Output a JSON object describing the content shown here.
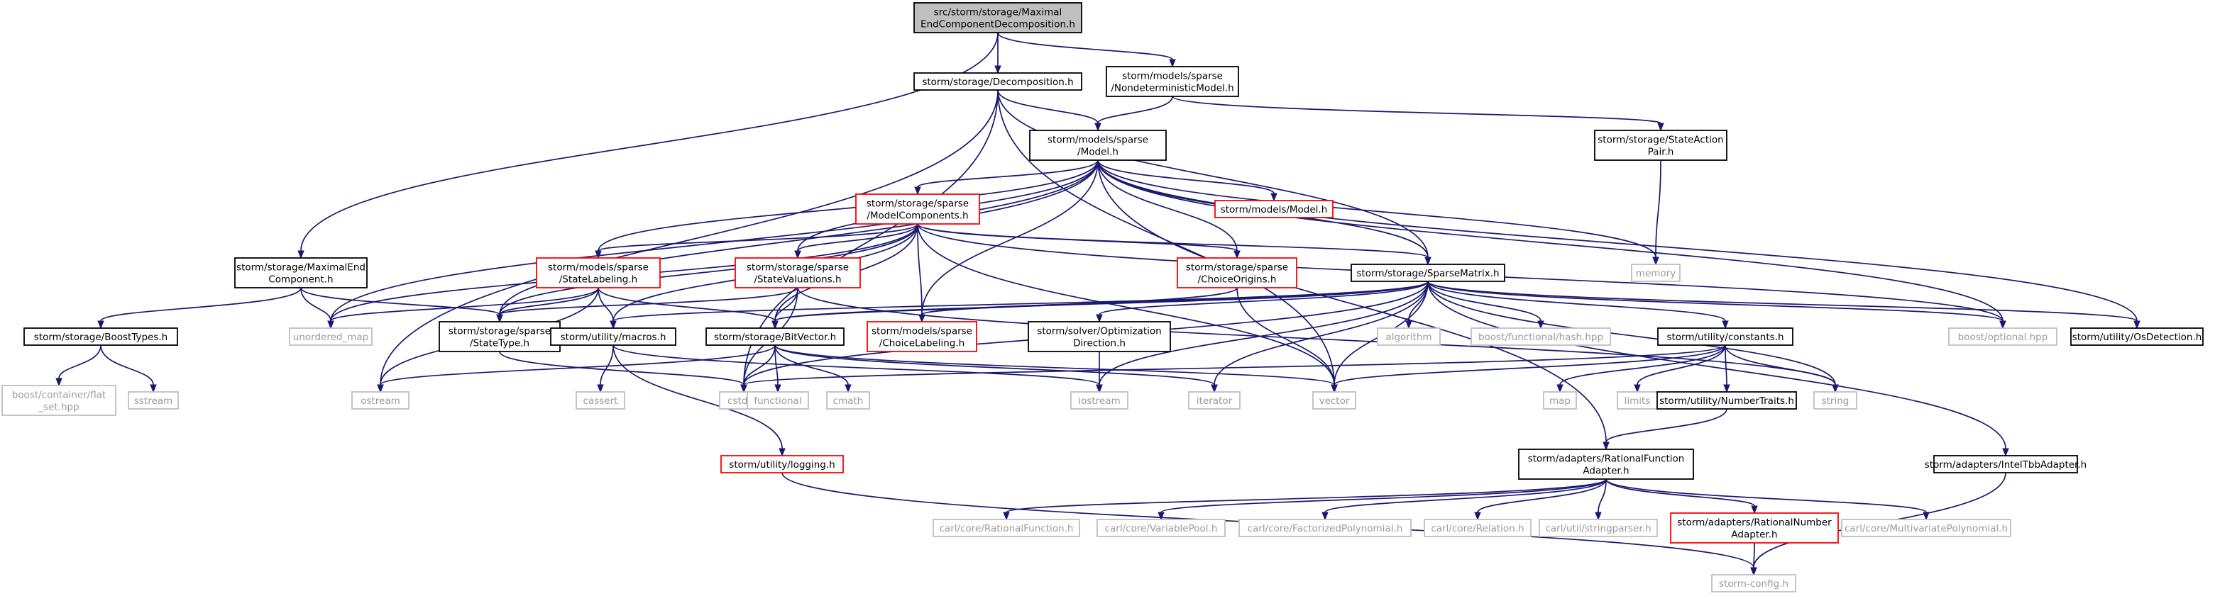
{
  "graph": {
    "nodes": [
      {
        "id": "root",
        "kind": "root",
        "lines": [
          "src/storm/storage/Maximal",
          "EndComponentDecomposition.h"
        ]
      },
      {
        "id": "decomp",
        "kind": "int",
        "lines": [
          "storm/storage/Decomposition.h"
        ]
      },
      {
        "id": "ndmodel",
        "kind": "int",
        "lines": [
          "storm/models/sparse",
          "/NondeterministicModel.h"
        ]
      },
      {
        "id": "model",
        "kind": "int",
        "lines": [
          "storm/models/sparse",
          "/Model.h"
        ]
      },
      {
        "id": "sap",
        "kind": "int",
        "lines": [
          "storm/storage/StateAction",
          "Pair.h"
        ]
      },
      {
        "id": "mec",
        "kind": "int",
        "lines": [
          "storm/storage/MaximalEnd",
          "Component.h"
        ]
      },
      {
        "id": "modelcomp",
        "kind": "trunc",
        "lines": [
          "storm/storage/sparse",
          "/ModelComponents.h"
        ]
      },
      {
        "id": "modelh",
        "kind": "trunc",
        "lines": [
          "storm/models/Model.h"
        ]
      },
      {
        "id": "memory",
        "kind": "ext",
        "lines": [
          "memory"
        ]
      },
      {
        "id": "statelab",
        "kind": "trunc",
        "lines": [
          "storm/models/sparse",
          "/StateLabeling.h"
        ]
      },
      {
        "id": "stateval",
        "kind": "trunc",
        "lines": [
          "storm/storage/sparse",
          "/StateValuations.h"
        ]
      },
      {
        "id": "choiceorig",
        "kind": "trunc",
        "lines": [
          "storm/storage/sparse",
          "/ChoiceOrigins.h"
        ]
      },
      {
        "id": "sparsematrix",
        "kind": "int",
        "lines": [
          "storm/storage/SparseMatrix.h"
        ]
      },
      {
        "id": "boosttypes",
        "kind": "int",
        "lines": [
          "storm/storage/BoostTypes.h"
        ]
      },
      {
        "id": "unordered_map",
        "kind": "ext",
        "lines": [
          "unordered_map"
        ]
      },
      {
        "id": "statetype",
        "kind": "int",
        "lines": [
          "storm/storage/sparse",
          "/StateType.h"
        ]
      },
      {
        "id": "macros",
        "kind": "int",
        "lines": [
          "storm/utility/macros.h"
        ]
      },
      {
        "id": "bitvector",
        "kind": "int",
        "lines": [
          "storm/storage/BitVector.h"
        ]
      },
      {
        "id": "choicelab",
        "kind": "trunc",
        "lines": [
          "storm/models/sparse",
          "/ChoiceLabeling.h"
        ]
      },
      {
        "id": "optdir",
        "kind": "int",
        "lines": [
          "storm/solver/Optimization",
          "Direction.h"
        ]
      },
      {
        "id": "algorithm",
        "kind": "ext",
        "lines": [
          "algorithm"
        ]
      },
      {
        "id": "hashhpp",
        "kind": "ext",
        "lines": [
          "boost/functional/hash.hpp"
        ]
      },
      {
        "id": "constants",
        "kind": "int",
        "lines": [
          "storm/utility/constants.h"
        ]
      },
      {
        "id": "optional",
        "kind": "ext",
        "lines": [
          "boost/optional.hpp"
        ]
      },
      {
        "id": "osdetect",
        "kind": "int",
        "lines": [
          "storm/utility/OsDetection.h"
        ]
      },
      {
        "id": "flatset",
        "kind": "ext",
        "lines": [
          "boost/container/flat",
          "_set.hpp"
        ]
      },
      {
        "id": "sstream",
        "kind": "ext",
        "lines": [
          "sstream"
        ]
      },
      {
        "id": "ostream",
        "kind": "ext",
        "lines": [
          "ostream"
        ]
      },
      {
        "id": "cassert",
        "kind": "ext",
        "lines": [
          "cassert"
        ]
      },
      {
        "id": "cstdint",
        "kind": "ext",
        "lines": [
          "cstdint"
        ]
      },
      {
        "id": "functional",
        "kind": "ext",
        "lines": [
          "functional"
        ]
      },
      {
        "id": "cmath",
        "kind": "ext",
        "lines": [
          "cmath"
        ]
      },
      {
        "id": "iostream",
        "kind": "ext",
        "lines": [
          "iostream"
        ]
      },
      {
        "id": "iterator",
        "kind": "ext",
        "lines": [
          "iterator"
        ]
      },
      {
        "id": "vector",
        "kind": "ext",
        "lines": [
          "vector"
        ]
      },
      {
        "id": "map",
        "kind": "ext",
        "lines": [
          "map"
        ]
      },
      {
        "id": "limits",
        "kind": "ext",
        "lines": [
          "limits"
        ]
      },
      {
        "id": "numtraits",
        "kind": "int",
        "lines": [
          "storm/utility/NumberTraits.h"
        ]
      },
      {
        "id": "string",
        "kind": "ext",
        "lines": [
          "string"
        ]
      },
      {
        "id": "logging",
        "kind": "trunc",
        "lines": [
          "storm/utility/logging.h"
        ]
      },
      {
        "id": "rfadapter",
        "kind": "int",
        "lines": [
          "storm/adapters/RationalFunction",
          "Adapter.h"
        ]
      },
      {
        "id": "tbbadapter",
        "kind": "int",
        "lines": [
          "storm/adapters/IntelTbbAdapter.h"
        ]
      },
      {
        "id": "ratfunc",
        "kind": "ext",
        "lines": [
          "carl/core/RationalFunction.h"
        ]
      },
      {
        "id": "varpool",
        "kind": "ext",
        "lines": [
          "carl/core/VariablePool.h"
        ]
      },
      {
        "id": "factpoly",
        "kind": "ext",
        "lines": [
          "carl/core/FactorizedPolynomial.h"
        ]
      },
      {
        "id": "relation",
        "kind": "ext",
        "lines": [
          "carl/core/Relation.h"
        ]
      },
      {
        "id": "strparser",
        "kind": "ext",
        "lines": [
          "carl/util/stringparser.h"
        ]
      },
      {
        "id": "rnadapter",
        "kind": "trunc",
        "lines": [
          "storm/adapters/RationalNumber",
          "Adapter.h"
        ]
      },
      {
        "id": "multipoly",
        "kind": "ext",
        "lines": [
          "carl/core/MultivariatePolynomial.h"
        ]
      },
      {
        "id": "stormconfig",
        "kind": "ext",
        "lines": [
          "storm-config.h"
        ]
      }
    ],
    "edges": [
      [
        "root",
        "decomp"
      ],
      [
        "root",
        "ndmodel"
      ],
      [
        "root",
        "mec"
      ],
      [
        "decomp",
        "model"
      ],
      [
        "decomp",
        "sparsematrix"
      ],
      [
        "decomp",
        "ostream"
      ],
      [
        "decomp",
        "cstdint"
      ],
      [
        "decomp",
        "vector"
      ],
      [
        "ndmodel",
        "model"
      ],
      [
        "ndmodel",
        "sap"
      ],
      [
        "model",
        "modelcomp"
      ],
      [
        "model",
        "modelh"
      ],
      [
        "model",
        "memory"
      ],
      [
        "model",
        "statelab"
      ],
      [
        "model",
        "stateval"
      ],
      [
        "model",
        "choiceorig"
      ],
      [
        "model",
        "sparsematrix"
      ],
      [
        "model",
        "unordered_map"
      ],
      [
        "model",
        "statetype"
      ],
      [
        "model",
        "choicelab"
      ],
      [
        "model",
        "optional"
      ],
      [
        "model",
        "osdetect"
      ],
      [
        "model",
        "rfadapter"
      ],
      [
        "sap",
        "memory"
      ],
      [
        "mec",
        "boosttypes"
      ],
      [
        "mec",
        "unordered_map"
      ],
      [
        "mec",
        "statetype"
      ],
      [
        "modelcomp",
        "statelab"
      ],
      [
        "modelcomp",
        "stateval"
      ],
      [
        "modelcomp",
        "choiceorig"
      ],
      [
        "modelcomp",
        "sparsematrix"
      ],
      [
        "modelcomp",
        "bitvector"
      ],
      [
        "modelcomp",
        "choicelab"
      ],
      [
        "modelcomp",
        "macros"
      ],
      [
        "modelcomp",
        "statetype"
      ],
      [
        "modelcomp",
        "unordered_map"
      ],
      [
        "modelcomp",
        "optional"
      ],
      [
        "modelcomp",
        "vector"
      ],
      [
        "statelab",
        "bitvector"
      ],
      [
        "statelab",
        "macros"
      ],
      [
        "statelab",
        "statetype"
      ],
      [
        "statelab",
        "unordered_map"
      ],
      [
        "statelab",
        "ostream"
      ],
      [
        "stateval",
        "bitvector"
      ],
      [
        "stateval",
        "statetype"
      ],
      [
        "stateval",
        "cstdint"
      ],
      [
        "stateval",
        "string"
      ],
      [
        "choiceorig",
        "bitvector"
      ],
      [
        "choiceorig",
        "choicelab"
      ],
      [
        "choiceorig",
        "vector"
      ],
      [
        "sparsematrix",
        "bitvector"
      ],
      [
        "sparsematrix",
        "macros"
      ],
      [
        "sparsematrix",
        "optdir"
      ],
      [
        "sparsematrix",
        "algorithm"
      ],
      [
        "sparsematrix",
        "hashhpp"
      ],
      [
        "sparsematrix",
        "constants"
      ],
      [
        "sparsematrix",
        "optional"
      ],
      [
        "sparsematrix",
        "osdetect"
      ],
      [
        "sparsematrix",
        "tbbadapter"
      ],
      [
        "sparsematrix",
        "cstdint"
      ],
      [
        "sparsematrix",
        "iostream"
      ],
      [
        "sparsematrix",
        "iterator"
      ],
      [
        "sparsematrix",
        "vector"
      ],
      [
        "sparsematrix",
        "string"
      ],
      [
        "sparsematrix",
        "choicelab"
      ],
      [
        "boosttypes",
        "flatset"
      ],
      [
        "boosttypes",
        "sstream"
      ],
      [
        "statetype",
        "cstdint"
      ],
      [
        "macros",
        "cassert"
      ],
      [
        "macros",
        "logging"
      ],
      [
        "macros",
        "iostream"
      ],
      [
        "bitvector",
        "ostream"
      ],
      [
        "bitvector",
        "cstdint"
      ],
      [
        "bitvector",
        "functional"
      ],
      [
        "bitvector",
        "cmath"
      ],
      [
        "bitvector",
        "iterator"
      ],
      [
        "bitvector",
        "vector"
      ],
      [
        "optdir",
        "iostream"
      ],
      [
        "constants",
        "cstdint"
      ],
      [
        "constants",
        "vector"
      ],
      [
        "constants",
        "map"
      ],
      [
        "constants",
        "limits"
      ],
      [
        "constants",
        "numtraits"
      ],
      [
        "constants",
        "string"
      ],
      [
        "numtraits",
        "rfadapter"
      ],
      [
        "logging",
        "stormconfig"
      ],
      [
        "tbbadapter",
        "stormconfig"
      ],
      [
        "rfadapter",
        "ratfunc"
      ],
      [
        "rfadapter",
        "varpool"
      ],
      [
        "rfadapter",
        "factpoly"
      ],
      [
        "rfadapter",
        "relation"
      ],
      [
        "rfadapter",
        "strparser"
      ],
      [
        "rfadapter",
        "rnadapter"
      ],
      [
        "rfadapter",
        "multipoly"
      ],
      [
        "rnadapter",
        "stormconfig"
      ]
    ]
  }
}
